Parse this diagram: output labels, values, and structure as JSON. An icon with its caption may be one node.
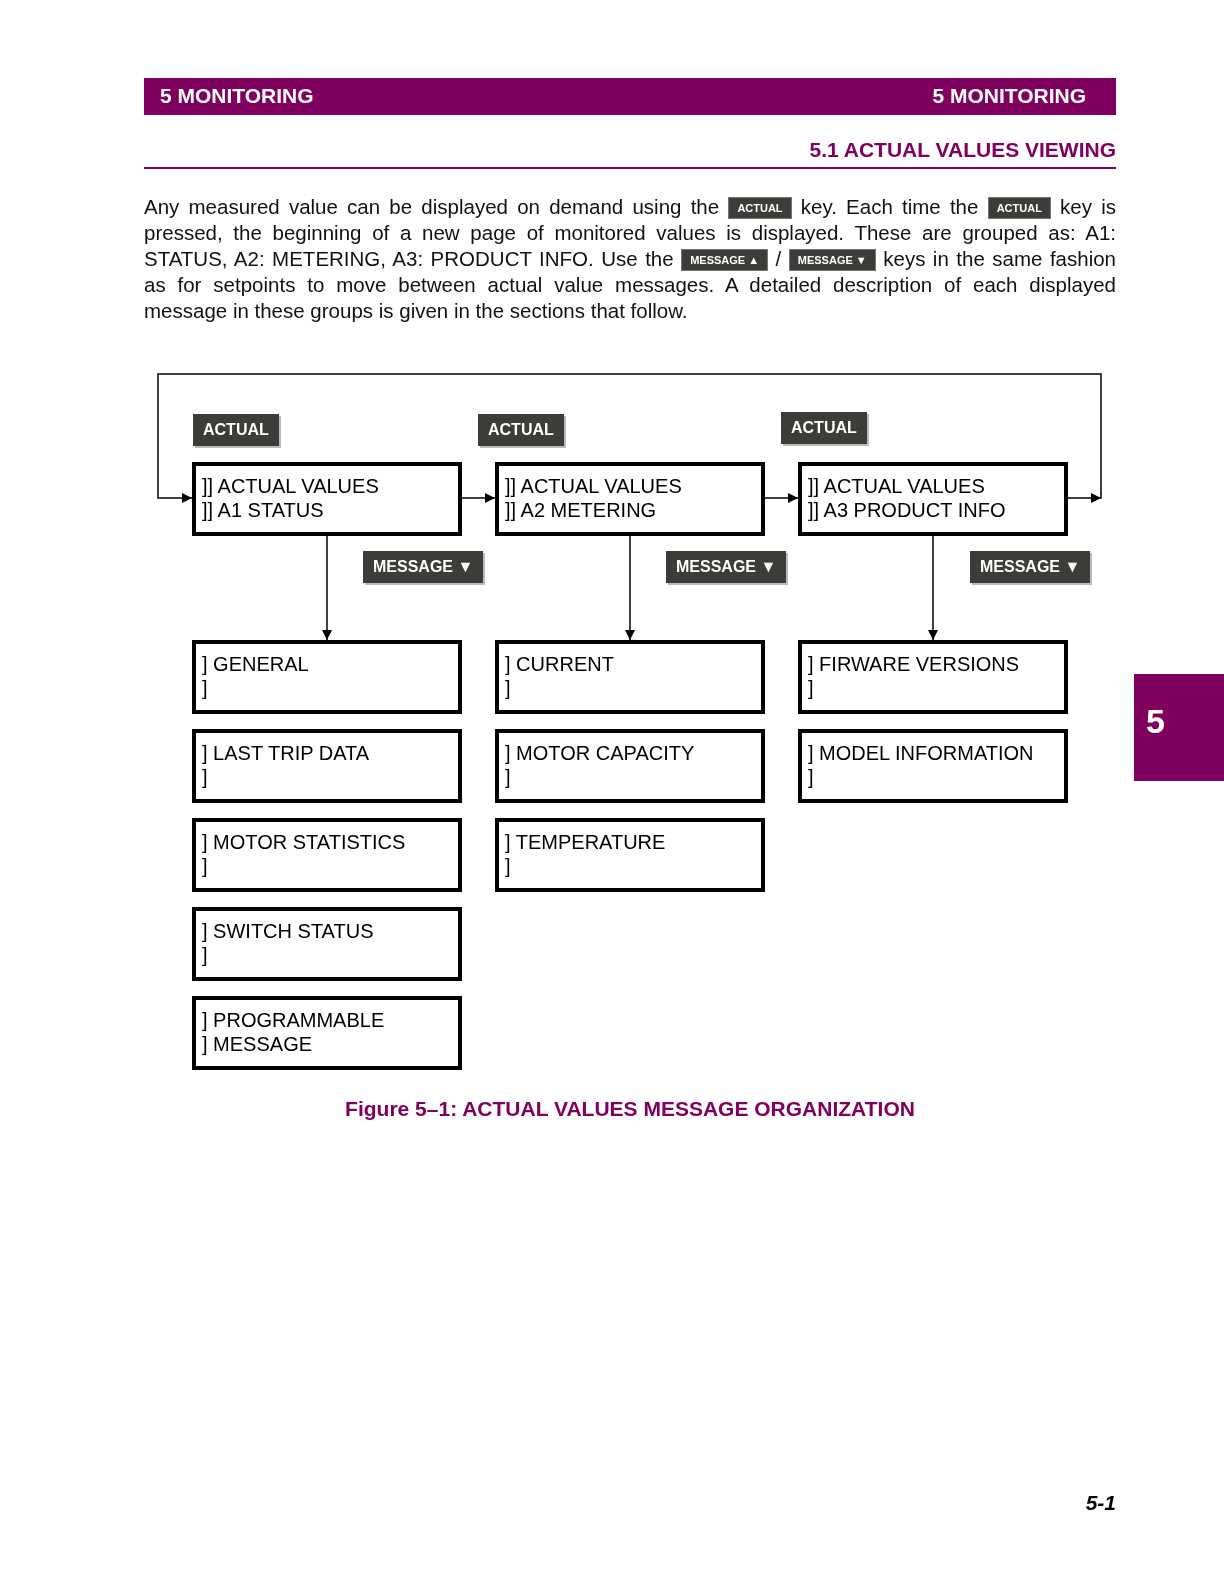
{
  "diagram": {
    "caption": "Figure 5–1: ACTUAL VALUES MESSAGE ORGANIZATION",
    "nodes": [
      {
        "text": [
          "]] ACTUAL VALUES",
          "]] A1 STATUS"
        ]
      },
      {
        "text": [
          "]] ACTUAL VALUES",
          "]] A2 METERING"
        ]
      },
      {
        "text": [
          "]] ACTUAL VALUES",
          "]] A3 PRODUCT INFO"
        ]
      },
      {
        "text": [
          "] GENERAL",
          "]"
        ]
      },
      {
        "text": [
          "] LAST TRIP DATA",
          "]"
        ]
      },
      {
        "text": [
          "] MOTOR STATISTICS",
          "]"
        ]
      },
      {
        "text": [
          "] SWITCH STATUS",
          "]"
        ]
      },
      {
        "text": [
          "] PROGRAMMABLE",
          "] MESSAGE"
        ]
      },
      {
        "text": [
          "] CURRENT",
          "]"
        ]
      },
      {
        "text": [
          "] MOTOR CAPACITY",
          "]"
        ]
      },
      {
        "text": [
          "] TEMPERATURE",
          "]"
        ]
      },
      {
        "text": [
          "] FIRWARE VERSIONS",
          "]"
        ]
      },
      {
        "text": [
          "] MODEL INFORMATION",
          "]"
        ]
      }
    ],
    "edges": [
      {
        "from": 2,
        "to": 0,
        "arrow": "to",
        "label": "ACTUAL"
      },
      {
        "from": 0,
        "to": 1,
        "arrow": "to",
        "label": "ACTUAL"
      },
      {
        "from": 1,
        "to": 2,
        "arrow": "to",
        "label": "ACTUAL"
      },
      {
        "from": 0,
        "to": 3,
        "arrow": "to",
        "label": "MESSAGE ▼"
      },
      {
        "from": 1,
        "to": 8,
        "arrow": "to",
        "label": "MESSAGE ▼"
      },
      {
        "from": 2,
        "to": 11,
        "arrow": "to",
        "label": "MESSAGE ▼"
      }
    ],
    "labels": [
      "5 MONITORING",
      "5 MONITORING",
      "5.1 ACTUAL VALUES VIEWING",
      "Any measured value can be displayed on demand using the",
      "ACTUAL",
      "key. Each time the",
      "ACTUAL",
      "key is pressed, the beginning of a new page of monitored values is displayed. These are grouped as: A1: STATUS, A2: METERING, A3: PRODUCT INFO. Use the",
      "MESSAGE ▲",
      "/",
      "MESSAGE ▼",
      "keys in the same fashion as for setpoints to move between actual value messages. A detailed description of each displayed message in these groups is given in the sections that follow.",
      "5",
      "5-1"
    ]
  }
}
